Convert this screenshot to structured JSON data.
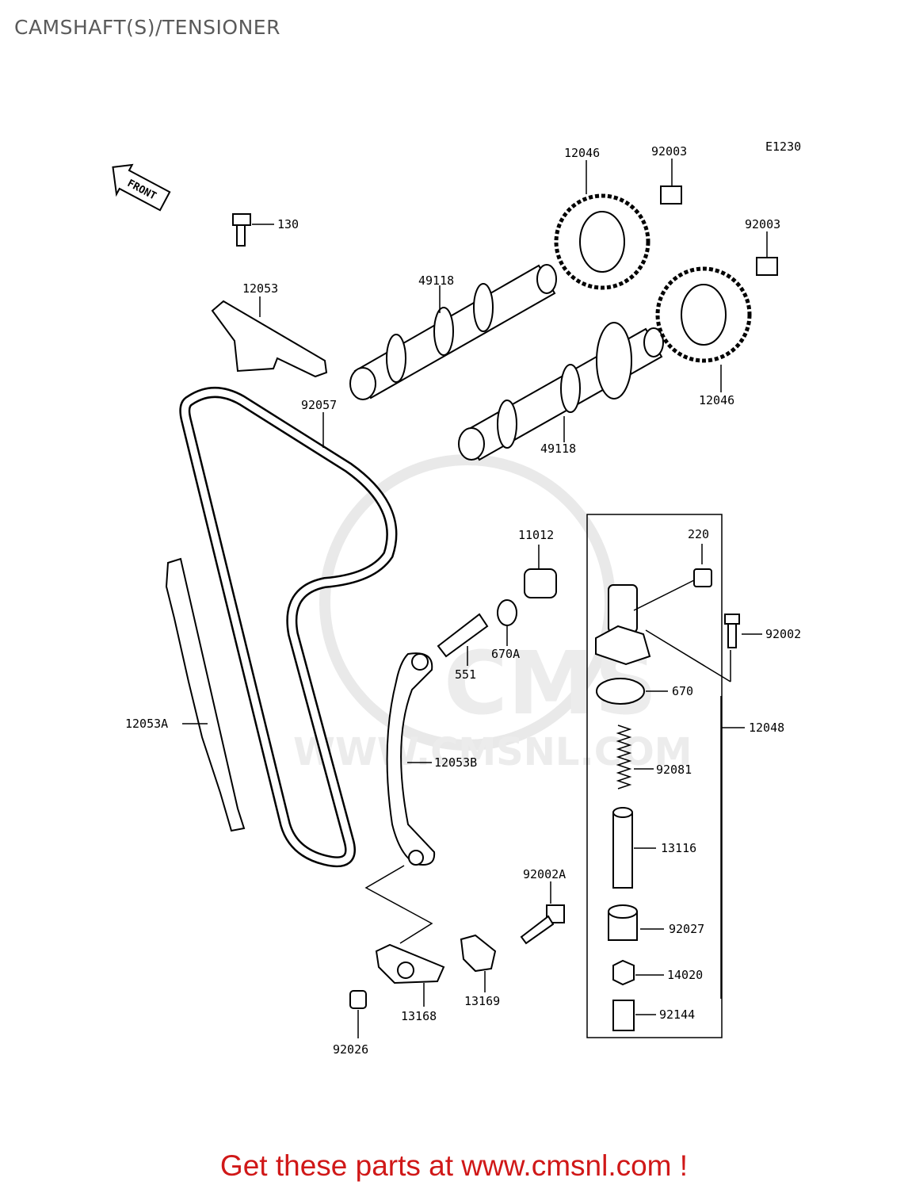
{
  "title": "CAMSHAFT(S)/TENSIONER",
  "diagram_code": "E1230",
  "front_label": "FRONT",
  "watermark_text": "WWW.CMSNL.COM",
  "watermark_logo": "CMS",
  "footer": "Get these parts at www.cmsnl.com !",
  "parts": {
    "p12046_top": "12046",
    "p92003_a": "92003",
    "p92003_b": "92003",
    "p130": "130",
    "p12053": "12053",
    "p49118_top": "49118",
    "p92057": "92057",
    "p12046_bot": "12046",
    "p49118_bot": "49118",
    "p11012": "11012",
    "p220": "220",
    "p92002": "92002",
    "p670A": "670A",
    "p551": "551",
    "p670": "670",
    "p12048": "12048",
    "p12053A": "12053A",
    "p12053B": "12053B",
    "p92081": "92081",
    "p13116": "13116",
    "p92002A": "92002A",
    "p92027": "92027",
    "p14020": "14020",
    "p92144": "92144",
    "p13168": "13168",
    "p13169": "13169",
    "p92026": "92026"
  }
}
